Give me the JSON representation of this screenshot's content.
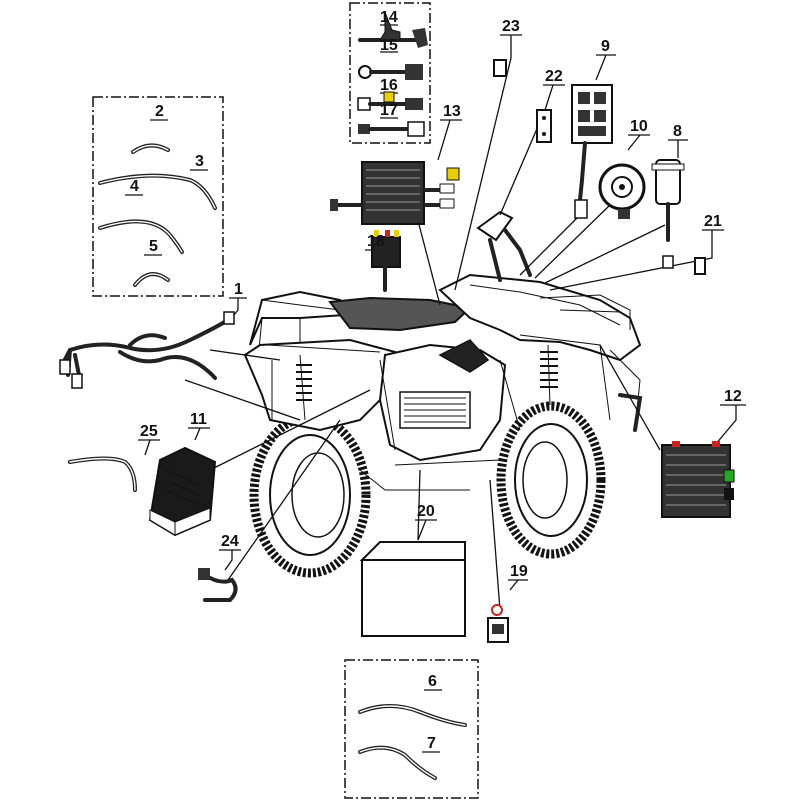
{
  "diagram": {
    "title": "ATV electrical parts exploded view",
    "labels": {
      "p1": "1",
      "p2": "2",
      "p3": "3",
      "p4": "4",
      "p5": "5",
      "p6": "6",
      "p7": "7",
      "p8": "8",
      "p9": "9",
      "p10": "10",
      "p11": "11",
      "p12": "12",
      "p13": "13",
      "p14": "14",
      "p15": "15",
      "p16": "16",
      "p17": "17",
      "p18": "18",
      "p19": "19",
      "p20": "20",
      "p21": "21",
      "p22": "22",
      "p23": "23",
      "p24": "24",
      "p25": "25"
    },
    "colors": {
      "line": "#111111",
      "accent_yellow": "#e8d000",
      "accent_red": "#cc2222",
      "accent_green": "#22aa22"
    }
  }
}
